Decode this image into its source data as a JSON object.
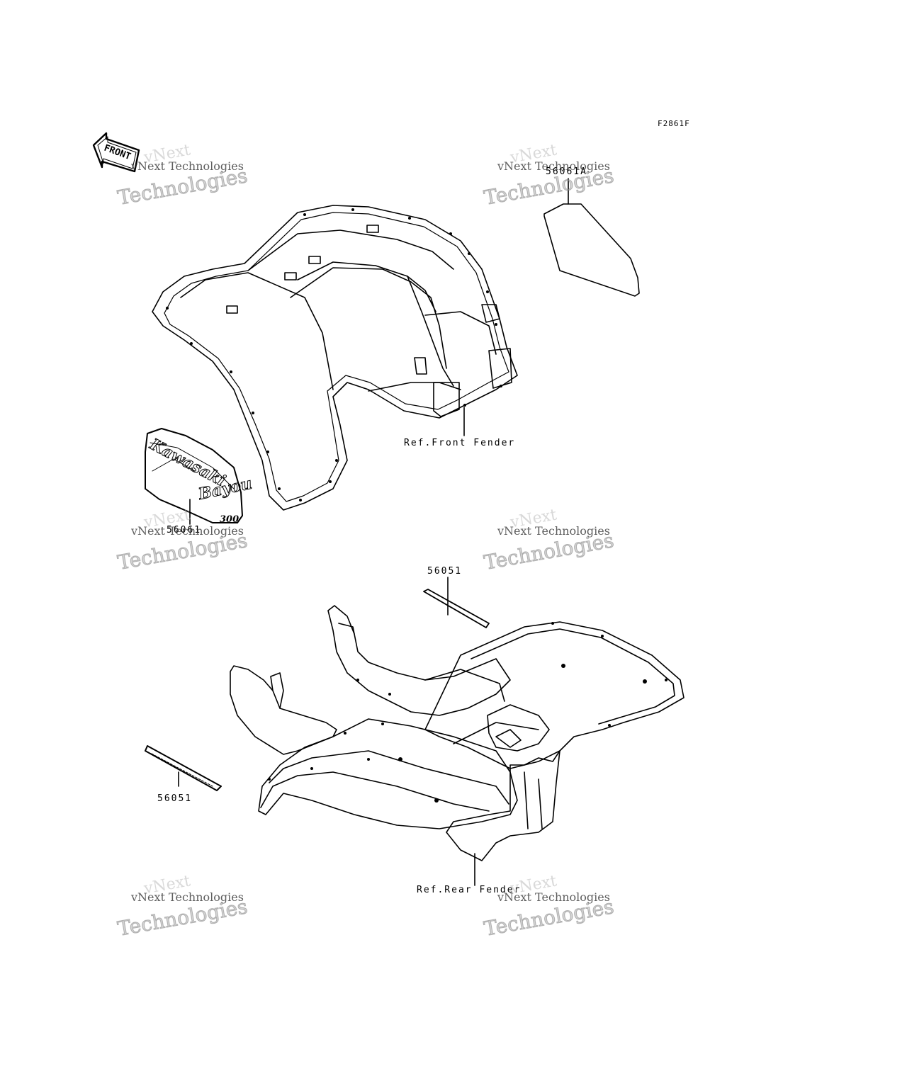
{
  "figure_code": "F2861F",
  "front_arrow_label": "FRONT",
  "labels": {
    "part_56061a": "56061A",
    "part_56061": "56061",
    "part_56051_top": "56051",
    "part_56051_left": "56051",
    "ref_front_fender": "Ref.Front Fender",
    "ref_rear_fender": "Ref.Rear Fender"
  },
  "watermark": {
    "line0": "vNext",
    "line1": "vNext Technologies",
    "line2": "Technologies"
  },
  "decal_text": {
    "brand": "Kawasaki",
    "model": "Bayou",
    "number": "300"
  }
}
